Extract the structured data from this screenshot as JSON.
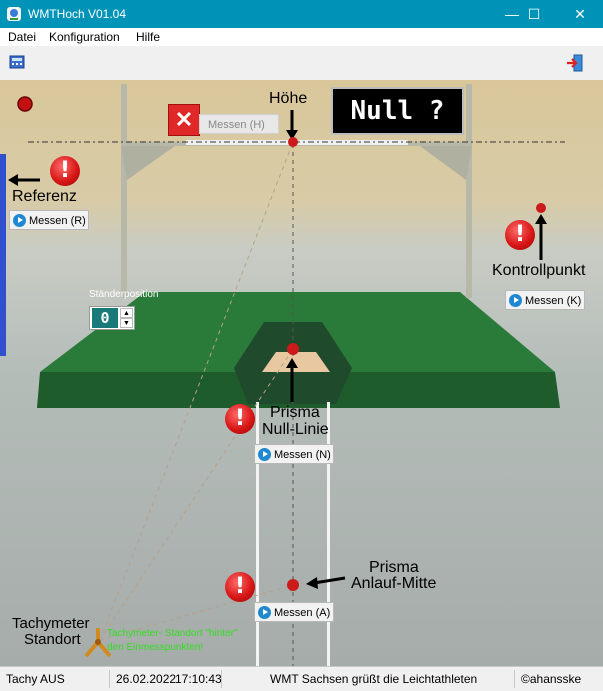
{
  "window": {
    "title": "WMTHoch  V01.04",
    "minimize": "—",
    "maximize": "☐",
    "close": "✕"
  },
  "menu": {
    "items": [
      "Datei",
      "Konfiguration",
      "Hilfe"
    ]
  },
  "display": {
    "text": "Null ?"
  },
  "labels": {
    "hoehe": "Höhe",
    "referenz": "Referenz",
    "kontrollpunkt": "Kontrollpunkt",
    "prisma_null_1": "Prisma",
    "prisma_null_2": "Null-Linie",
    "prisma_anlauf_1": "Prisma",
    "prisma_anlauf_2": "Anlauf-Mitte",
    "tachymeter_1": "Tachymeter",
    "tachymeter_2": "Standort",
    "tachy_hint_1": "Tachymeter- Standort \"hinter\"",
    "tachy_hint_2": "den Einmesspunkten!",
    "staenderposition": "Ständerposition"
  },
  "buttons": {
    "messen_h": "Messen (H)",
    "messen_r": "Messen (R)",
    "messen_k": "Messen (K)",
    "messen_n": "Messen (N)",
    "messen_a": "Messen (A)"
  },
  "staender": {
    "value": "0"
  },
  "status": {
    "tachy": "Tachy AUS",
    "date": "26.02.2022",
    "time": "17:10:43",
    "message": "WMT Sachsen grüßt die Leichtathleten",
    "copyright": "©ahansske"
  },
  "colors": {
    "titlebar": "#0093b8",
    "mat": "#2a7a3a",
    "marker": "#cc1a1a",
    "hint": "#33dd22",
    "display_bg": "#000000"
  }
}
